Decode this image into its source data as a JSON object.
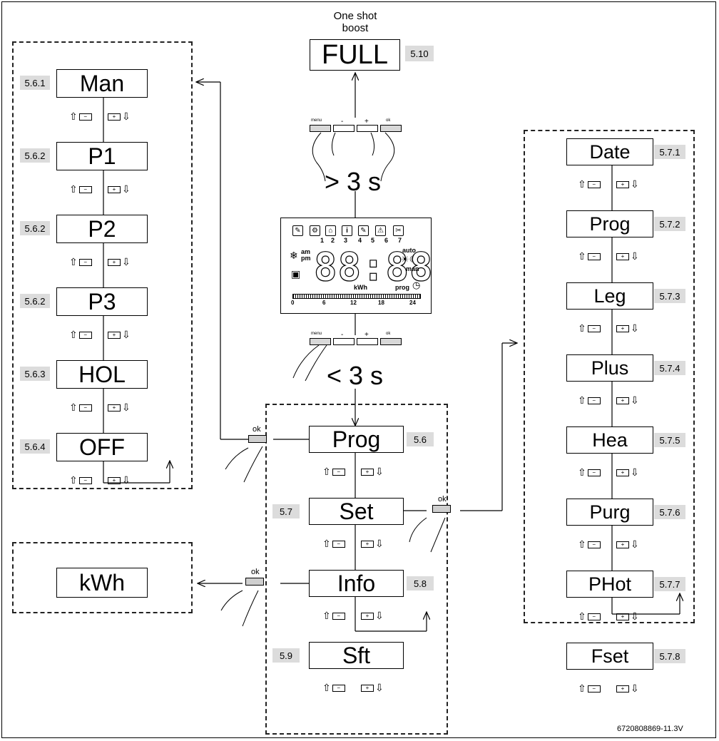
{
  "caption": [
    "One shot",
    "boost"
  ],
  "boost": {
    "label": "FULL",
    "ref": "5.10"
  },
  "durations": {
    "long": "> 3 s",
    "short": "< 3 s"
  },
  "keys": {
    "menu": "menu",
    "minus": "-",
    "plus": "+",
    "ok": "ok"
  },
  "ok_label": "ok",
  "prog_menu": [
    {
      "label": "Man",
      "ref": "5.6.1"
    },
    {
      "label": "P1",
      "ref": "5.6.2"
    },
    {
      "label": "P2",
      "ref": "5.6.2"
    },
    {
      "label": "P3",
      "ref": "5.6.2"
    },
    {
      "label": "HOL",
      "ref": "5.6.3"
    },
    {
      "label": "OFF",
      "ref": "5.6.4"
    }
  ],
  "main_menu": [
    {
      "label": "Prog",
      "ref": "5.6"
    },
    {
      "label": "Set",
      "ref": "5.7"
    },
    {
      "label": "Info",
      "ref": "5.8"
    },
    {
      "label": "Sft",
      "ref": "5.9"
    }
  ],
  "info_menu": {
    "label": "kWh"
  },
  "set_menu": [
    {
      "label": "Date",
      "ref": "5.7.1"
    },
    {
      "label": "Prog",
      "ref": "5.7.2"
    },
    {
      "label": "Leg",
      "ref": "5.7.3"
    },
    {
      "label": "Plus",
      "ref": "5.7.4"
    },
    {
      "label": "Hea",
      "ref": "5.7.5"
    },
    {
      "label": "Purg",
      "ref": "5.7.6"
    },
    {
      "label": "PHot",
      "ref": "5.7.7"
    },
    {
      "label": "Fset",
      "ref": "5.7.8"
    }
  ],
  "display": {
    "icons": [
      "wrench-arrow",
      "gear",
      "house",
      "info",
      "wrench",
      "warning",
      "tool"
    ],
    "icon_numbers": [
      "1",
      "2",
      "3",
      "4",
      "5",
      "6",
      "7"
    ],
    "digits": "88:88",
    "am": "am",
    "pm": "pm",
    "auto": "auto",
    "man": "man",
    "kwh": "kWh",
    "prog": "prog",
    "scale": [
      "0",
      "6",
      "12",
      "18",
      "24"
    ]
  },
  "figure_id": "6720808869-11.3V"
}
